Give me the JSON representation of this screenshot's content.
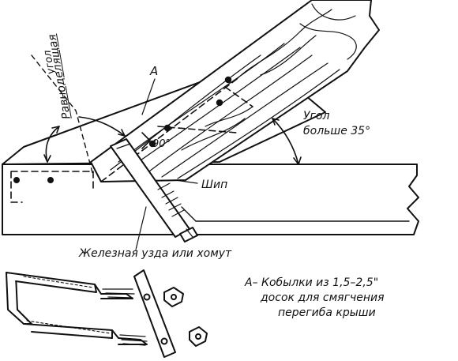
{
  "labels": {
    "bisector_line1": "Равноделящая",
    "bisector_line2": "угол",
    "mark_a": "А",
    "angle_90": "90°",
    "angle_line1": "Угол",
    "angle_line2": "больше 35°",
    "tenon": "Шип",
    "iron_strap": "Железная узда или хомут",
    "legend_line1": "А– Кобылки из 1,5–2,5\"",
    "legend_line2": "досок для смягчения",
    "legend_line3": "перегиба крыши"
  },
  "colors": {
    "ink": "#111111",
    "paper": "#ffffff"
  }
}
